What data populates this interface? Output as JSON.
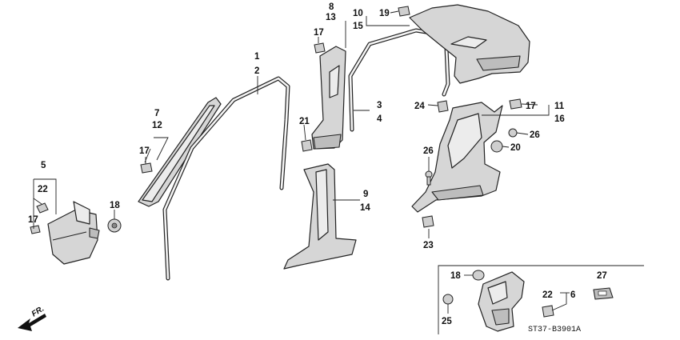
{
  "diagram": {
    "callouts": {
      "c1": "1",
      "c2": "2",
      "c3": "3",
      "c4": "4",
      "c5": "5",
      "c6": "6",
      "c7": "7",
      "c8": "8",
      "c9": "9",
      "c10": "10",
      "c11": "11",
      "c12": "12",
      "c13": "13",
      "c14": "14",
      "c15": "15",
      "c16": "16",
      "c17a": "17",
      "c17b": "17",
      "c17c": "17",
      "c17d": "17",
      "c18a": "18",
      "c18b": "18",
      "c19": "19",
      "c20": "20",
      "c21": "21",
      "c22a": "22",
      "c22b": "22",
      "c23": "23",
      "c24": "24",
      "c25": "25",
      "c26a": "26",
      "c26b": "26",
      "c27": "27"
    },
    "direction_label": "FR.",
    "diagram_code": "ST37-B3901A"
  }
}
